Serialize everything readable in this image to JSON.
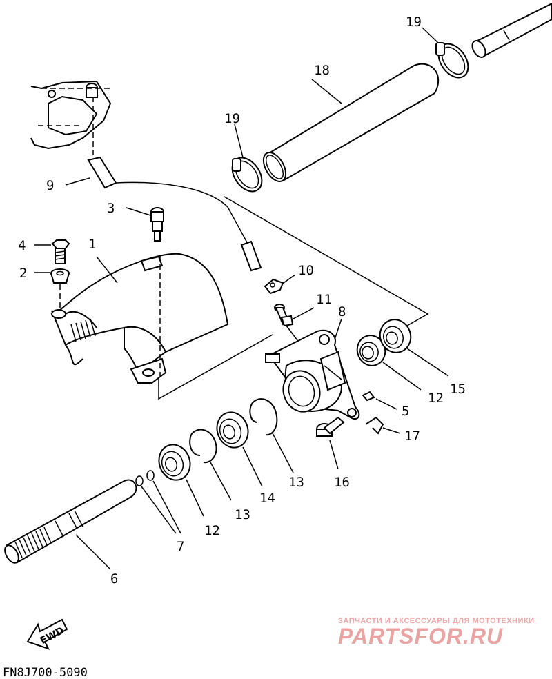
{
  "diagram": {
    "callouts": {
      "n1": "1",
      "n2": "2",
      "n3": "3",
      "n4": "4",
      "n5": "5",
      "n6": "6",
      "n7": "7",
      "n8": "8",
      "n9": "9",
      "n10": "10",
      "n11": "11",
      "n12a": "12",
      "n12b": "12",
      "n13a": "13",
      "n13b": "13",
      "n14": "14",
      "n15": "15",
      "n16": "16",
      "n17": "17",
      "n18": "18",
      "n19a": "19",
      "n19b": "19"
    },
    "fwd_label": "FWD",
    "drawing_code": "FN8J700-5090"
  },
  "watermark": {
    "tagline": "ЗАПЧАСТИ И АКСЕССУАРЫ ДЛЯ МОТОТЕХНИКИ",
    "brand": "PARTSFOR.RU"
  }
}
